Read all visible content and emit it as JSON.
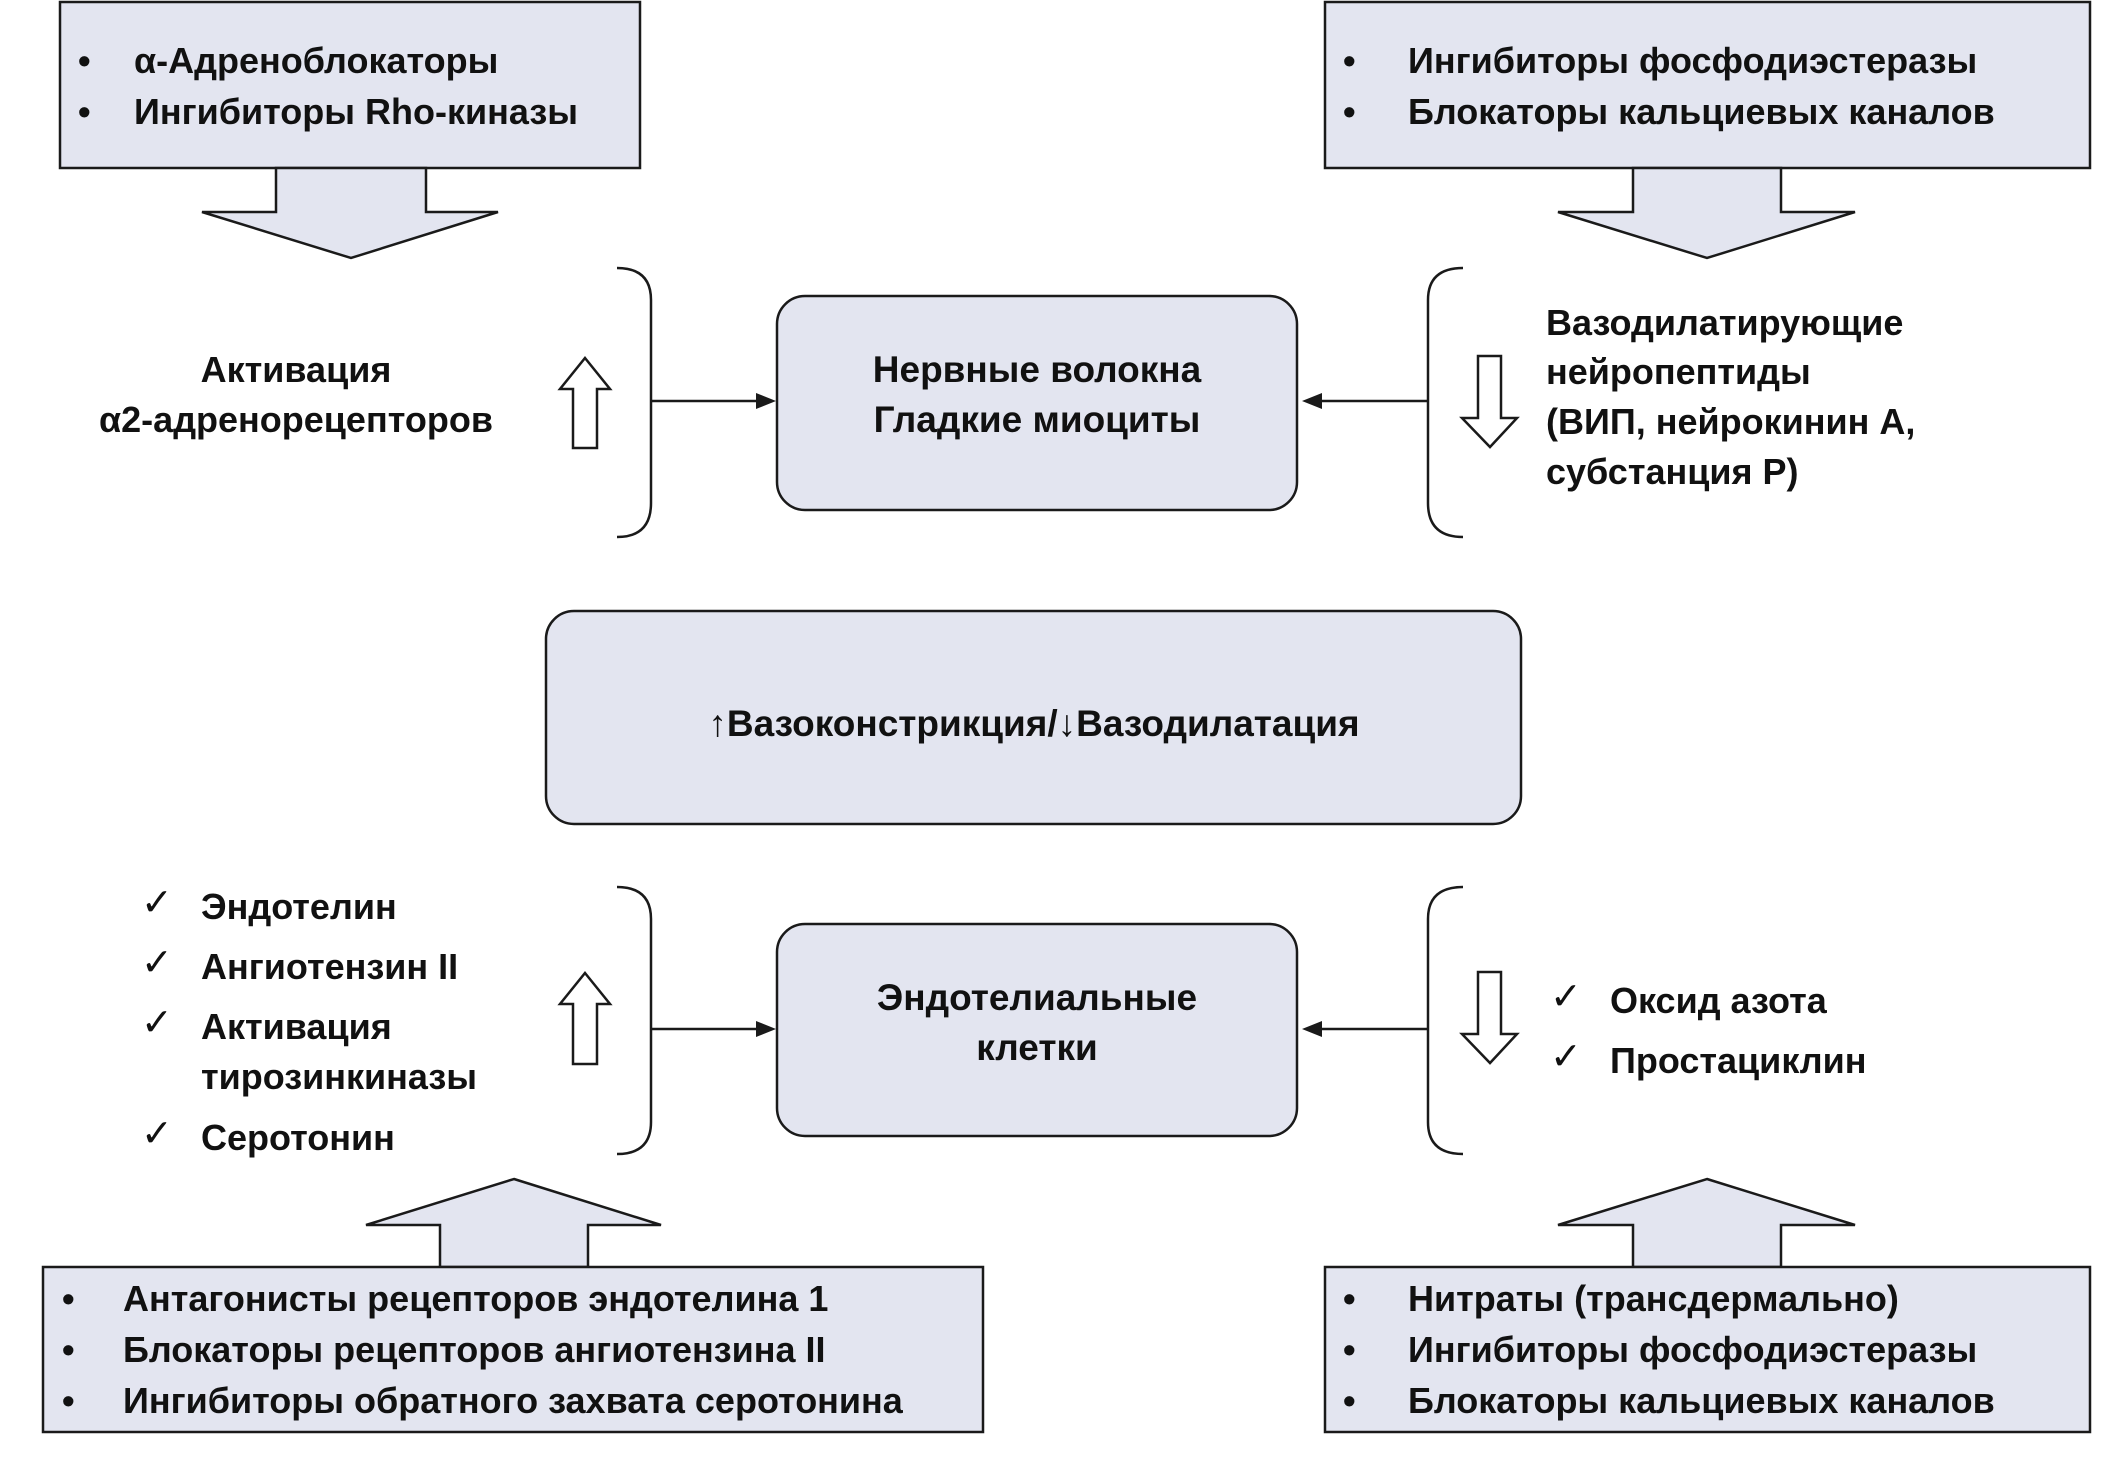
{
  "top_left_box": {
    "bullet": "•",
    "items": [
      "α-Адреноблокаторы",
      "Ингибиторы Rho-киназы"
    ]
  },
  "top_right_box": {
    "bullet": "•",
    "items": [
      "Ингибиторы фосфодиэстеразы",
      "Блокаторы кальциевых каналов"
    ]
  },
  "bottom_left_box": {
    "bullet": "•",
    "items": [
      "Антагонисты рецепторов эндотелина 1",
      "Блокаторы рецепторов ангиотензина II",
      "Ингибиторы обратного захвата серотонина"
    ]
  },
  "bottom_right_box": {
    "bullet": "•",
    "items": [
      "Нитраты (трансдермально)",
      "Ингибиторы фосфодиэстеразы",
      "Блокаторы кальциевых каналов"
    ]
  },
  "nerve_box": {
    "lines": [
      "Нервные волокна",
      "Гладкие миоциты"
    ]
  },
  "center_box": {
    "up_arrow": "↑",
    "constriction": "Вазоконстрикция/",
    "down_arrow": "↓",
    "dilatation": "Вазодилатация"
  },
  "endothelial_box": {
    "lines": [
      "Эндотелиальные",
      "клетки"
    ]
  },
  "top_left_factor": {
    "lines": [
      "Активация",
      "α2-адренорецепторов"
    ]
  },
  "top_right_factor": {
    "lines": [
      "Вазодилатирующие",
      "нейропептиды",
      "(ВИП, нейрокинин А,",
      "субстанция Р)"
    ]
  },
  "bottom_left_factors": {
    "check": "✓",
    "items": [
      "Эндотелин",
      "Ангиотензин II",
      "Активация",
      "тирозинкиназы",
      "Серотонин"
    ]
  },
  "bottom_right_factors": {
    "check": "✓",
    "items": [
      "Оксид азота",
      "Простациклин"
    ]
  },
  "colors": {
    "box_fill": "#e3e5f0",
    "stroke": "#1a1a1a",
    "text": "#111111"
  }
}
